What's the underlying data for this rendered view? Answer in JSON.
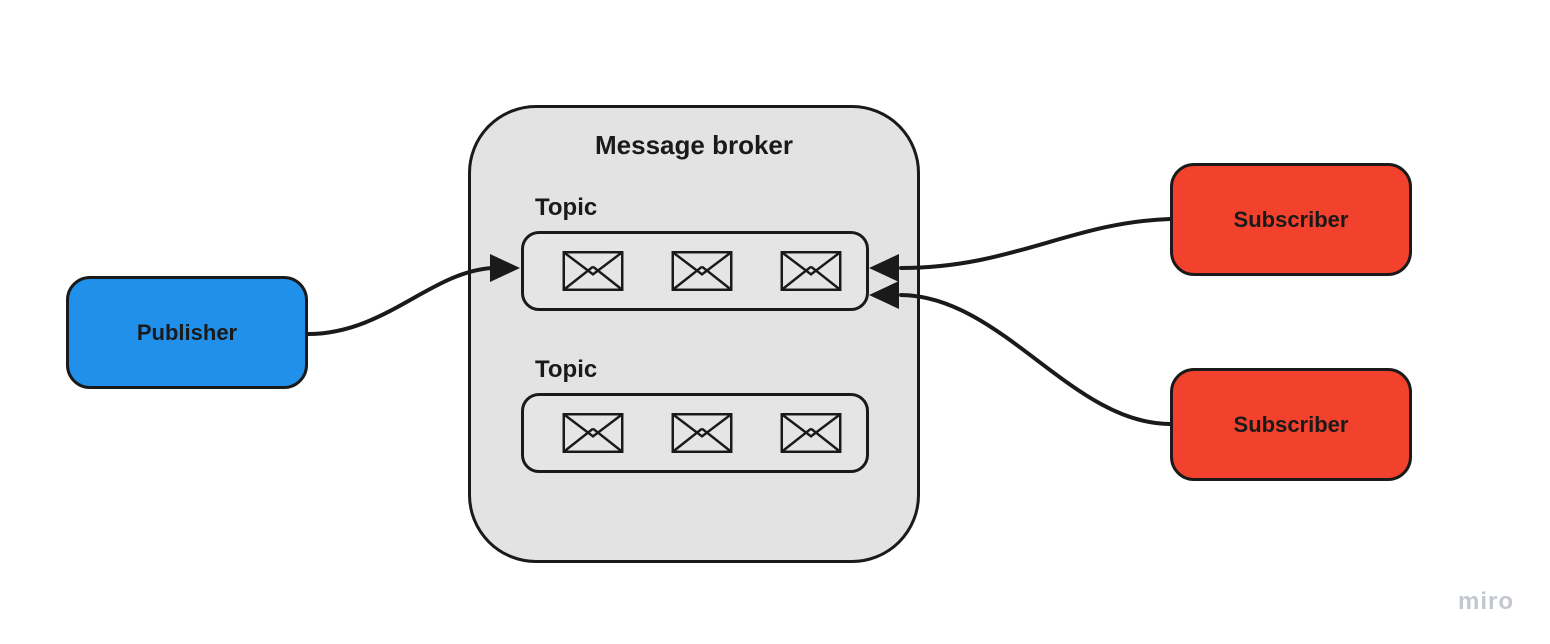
{
  "publisher": {
    "label": "Publisher"
  },
  "broker": {
    "title": "Message broker",
    "topics": [
      {
        "label": "Topic",
        "message_count": 3
      },
      {
        "label": "Topic",
        "message_count": 3
      }
    ]
  },
  "subscribers": [
    {
      "label": "Subscriber"
    },
    {
      "label": "Subscriber"
    }
  ],
  "watermark": "miro",
  "colors": {
    "canvas_bg": "#ffffff",
    "publisher_fill": "#2090ea",
    "subscriber_fill": "#f2412c",
    "broker_fill": "#e3e3e3",
    "topic_fill": "#e5e5e5",
    "stroke": "#1a1a1a",
    "text": "#1a1a1a",
    "watermark": "#c3c7cf"
  }
}
